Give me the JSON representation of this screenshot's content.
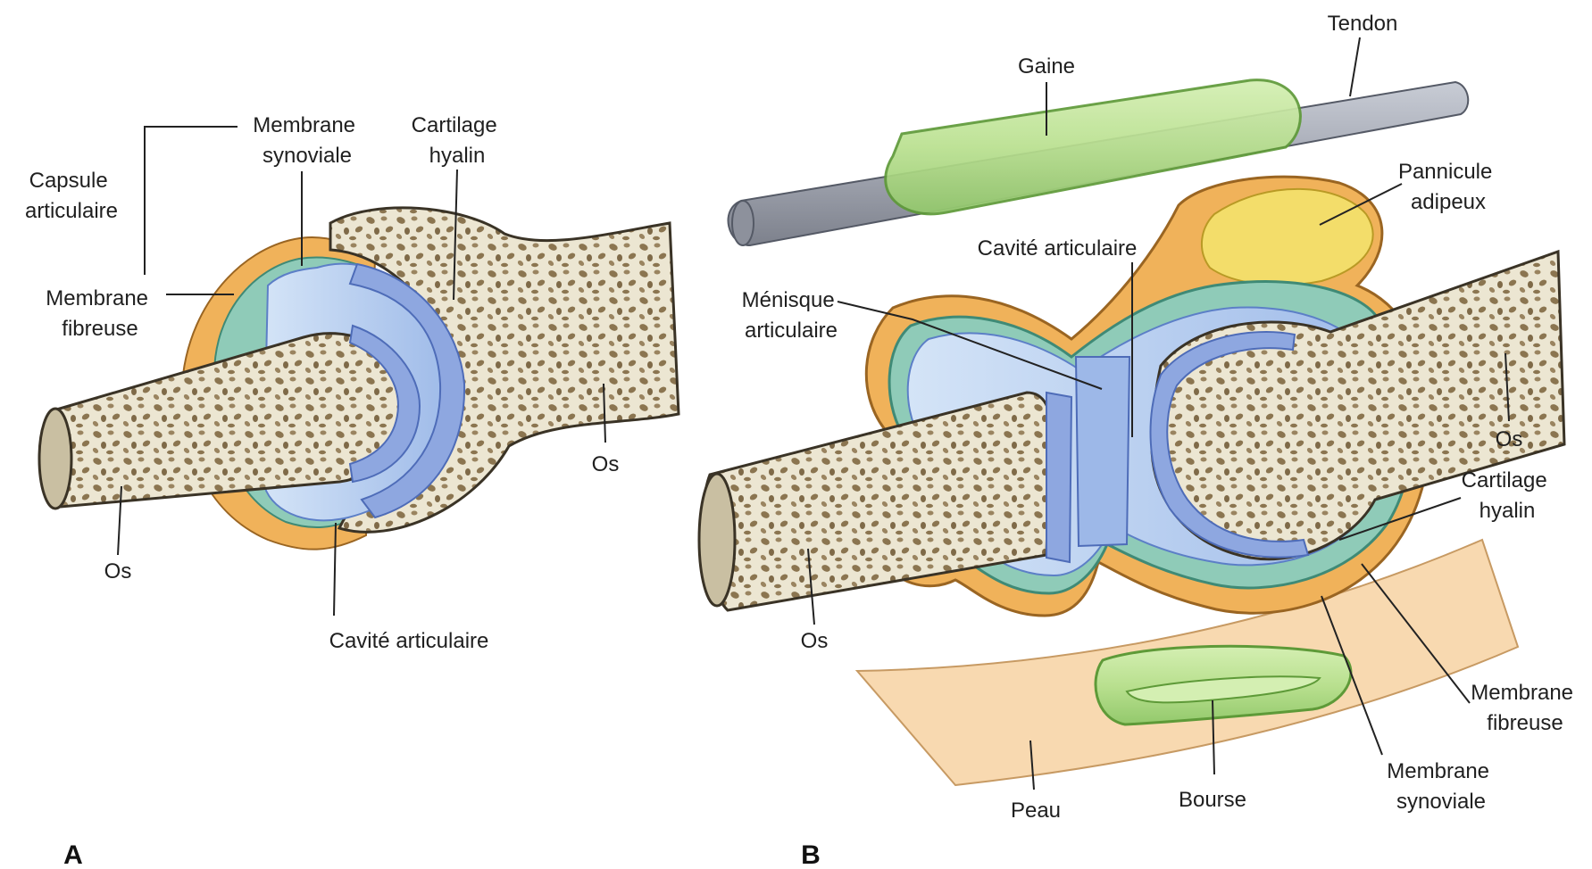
{
  "panel_a": {
    "letter": "A",
    "labels": {
      "capsule": [
        "Capsule",
        "articulaire"
      ],
      "membrane_synoviale": [
        "Membrane",
        "synoviale"
      ],
      "cartilage": [
        "Cartilage",
        "hyalin"
      ],
      "membrane_fibreuse": [
        "Membrane",
        "fibreuse"
      ],
      "os_left": "Os",
      "os_right": "Os",
      "cavite": "Cavité articulaire"
    }
  },
  "panel_b": {
    "letter": "B",
    "labels": {
      "gaine": "Gaine",
      "tendon": "Tendon",
      "pannicule": [
        "Pannicule",
        "adipeux"
      ],
      "cavite": "Cavité articulaire",
      "menisque": [
        "Ménisque",
        "articulaire"
      ],
      "os_right": "Os",
      "cartilage": [
        "Cartilage",
        "hyalin"
      ],
      "os_left": "Os",
      "membrane_fibreuse": [
        "Membrane",
        "fibreuse"
      ],
      "membrane_synoviale": [
        "Membrane",
        "synoviale"
      ],
      "peau": "Peau",
      "bourse": "Bourse"
    }
  },
  "colors": {
    "bone": "#ece6d2",
    "bone_pore": "#8b7550",
    "cartilage": "#8ea7e0",
    "cavity": "#b8d0f0",
    "synovial": "#8fcbb8",
    "fibrous": "#f0b25a",
    "fat": "#f3dd6a",
    "sheath": "#b9e08f",
    "tendon": "#a4a8b3",
    "skin": "#f8d9b0"
  }
}
